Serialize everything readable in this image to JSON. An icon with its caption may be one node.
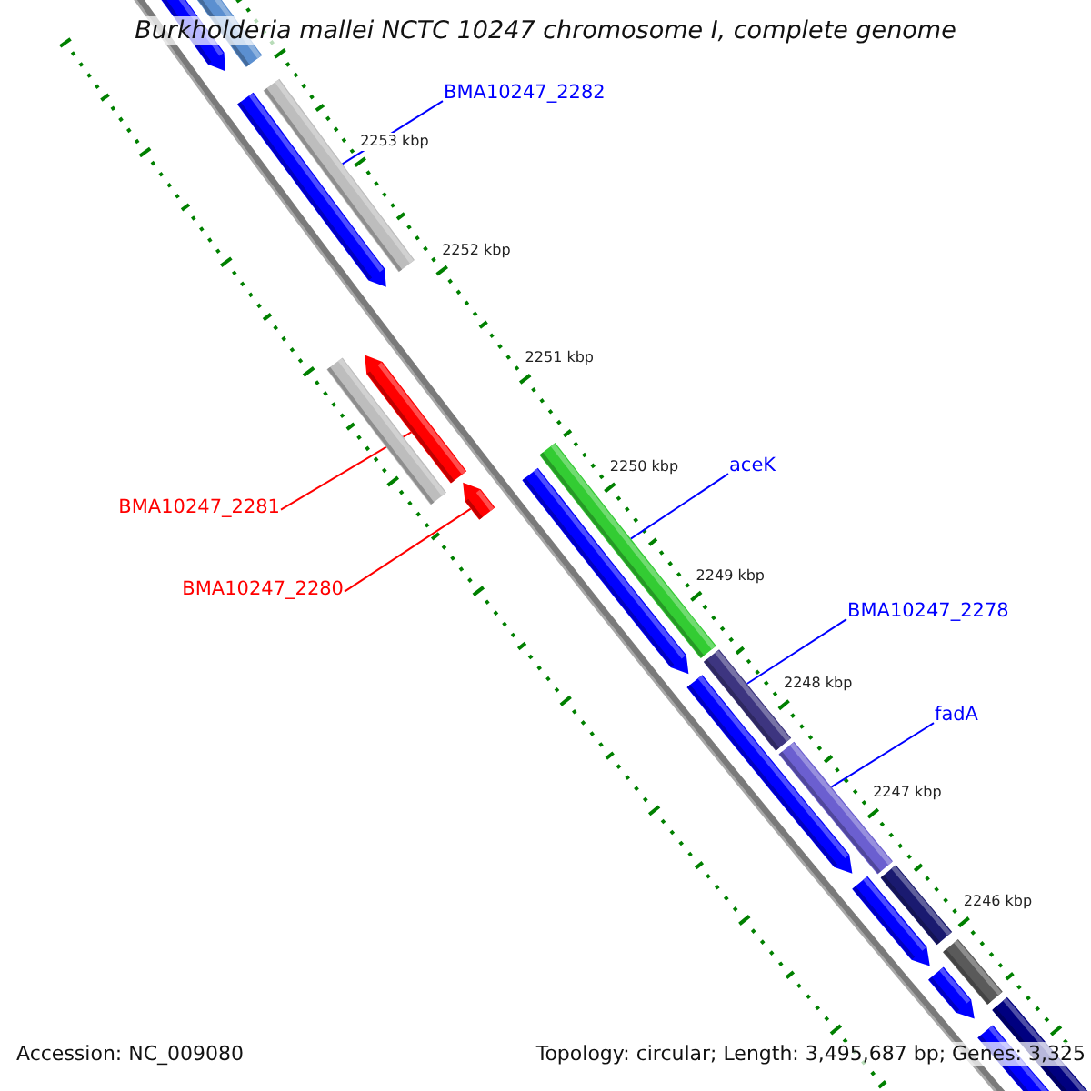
{
  "diagram": {
    "title": "Burkholderia mallei NCTC 10247 chromosome I, complete genome",
    "nodes": [
      {
        "text": [
          "BMA10247_2282"
        ]
      },
      {
        "text": [],
        "shape": "bar"
      },
      {
        "text": [
          "aceK"
        ]
      },
      {
        "text": [],
        "shape": "bar"
      },
      {
        "text": [
          "BMA10247_2278"
        ]
      },
      {
        "text": [],
        "shape": "bar"
      },
      {
        "text": [
          "fadA"
        ]
      },
      {
        "text": [],
        "shape": "bar"
      },
      {
        "text": [
          "BMA10247_2281"
        ]
      },
      {
        "text": [],
        "shape": "bar"
      },
      {
        "text": [
          "BMA10247_2280"
        ]
      },
      {
        "text": [],
        "shape": "bar"
      }
    ],
    "edges": [
      {
        "from": 0,
        "to": 1,
        "arrow": "none"
      },
      {
        "from": 2,
        "to": 3,
        "arrow": "none"
      },
      {
        "from": 4,
        "to": 5,
        "arrow": "none"
      },
      {
        "from": 6,
        "to": 7,
        "arrow": "none"
      },
      {
        "from": 8,
        "to": 9,
        "arrow": "none",
        "color": "#ff0000"
      },
      {
        "from": 10,
        "to": 11,
        "arrow": "none",
        "color": "#ff0000"
      }
    ],
    "labels": [
      "2253 kbp",
      "2252 kbp",
      "2251 kbp",
      "2250 kbp",
      "2249 kbp",
      "2248 kbp",
      "2247 kbp",
      "2246 kbp",
      "Accession: NC_009080",
      "Topology: circular; Length: 3,495,687 bp; Genes: 3,325"
    ]
  }
}
